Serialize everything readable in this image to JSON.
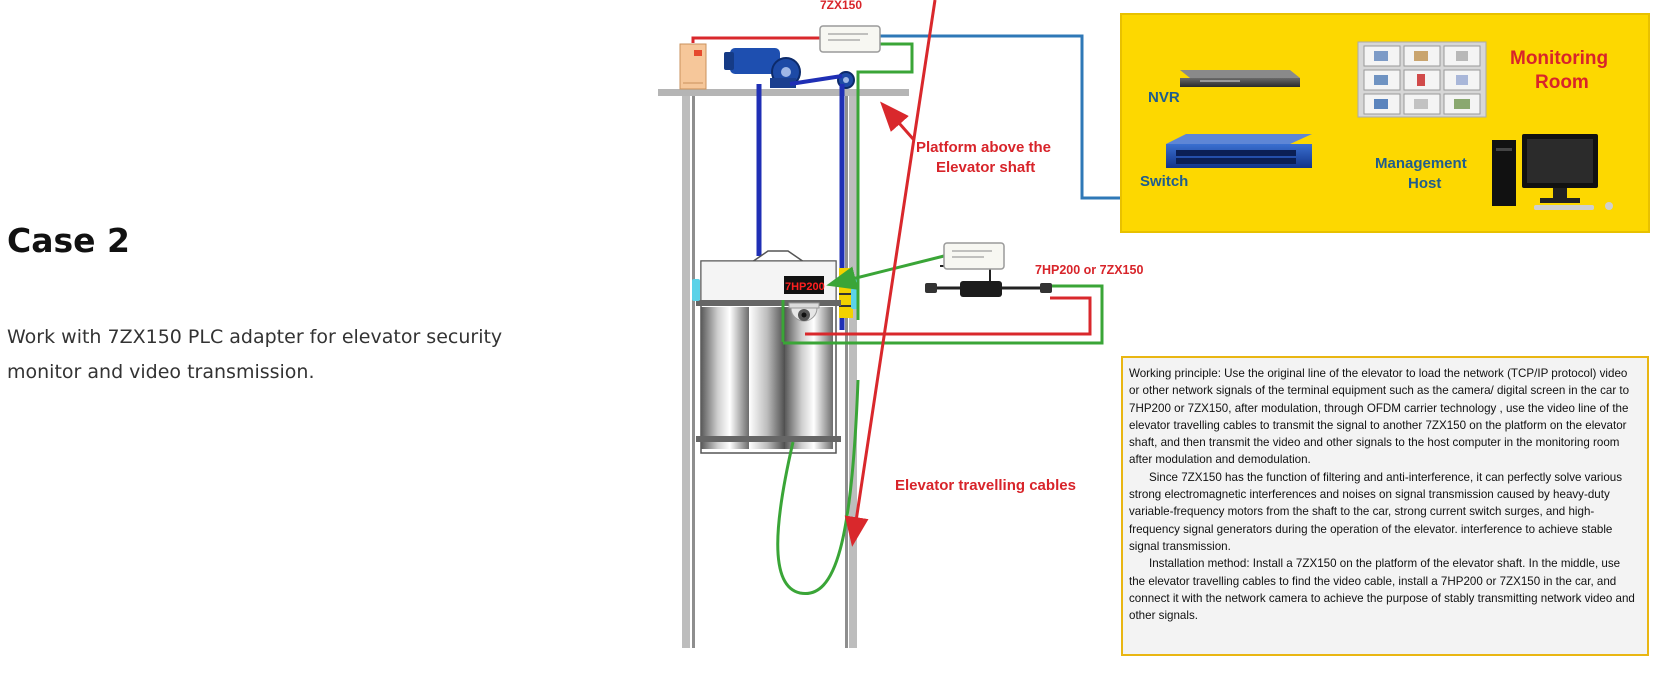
{
  "case": {
    "title": "Case 2",
    "description": "Work with 7ZX150 PLC adapter for elevator security monitor and video transmission."
  },
  "diagram": {
    "labels": {
      "top_adapter": "7ZX150",
      "platform": [
        "Platform above the",
        "Elevator shaft"
      ],
      "car_device": "7HP200 or 7ZX150",
      "car_screen": "7HP200",
      "travelling_cables": "Elevator travelling cables",
      "monitoring_room": [
        "Monitoring",
        "Room"
      ],
      "nvr": "NVR",
      "switch": "Switch",
      "management_host": [
        "Management",
        "Host"
      ]
    },
    "colors": {
      "network_blue": "#2f78b7",
      "power_red": "#d9282c",
      "signal_green": "#3aa537",
      "room_yellow": "#fdd800",
      "label_red": "#d8242a",
      "label_blue": "#1f5d8e"
    },
    "working_principle": {
      "paragraphs": [
        "Working principle: Use the original line of the elevator to load the network (TCP/IP protocol) video or other network signals of the terminal equipment such as the camera/ digital screen in the car to 7HP200 or 7ZX150, after modulation, through OFDM carrier technology , use the video line of the elevator travelling cables to transmit the signal to another 7ZX150 on the platform on the elevator shaft, and then transmit the video and other signals to the host computer in the monitoring room after modulation and demodulation.",
        "Since 7ZX150 has the function of filtering and anti-interference, it can perfectly solve various strong electromagnetic interferences and noises on signal transmission caused by heavy-duty variable-frequency motors from the shaft to the car, strong current switch surges, and high-frequency signal generators during the operation of the elevator. interference to achieve stable signal transmission.",
        "Installation method: Install a 7ZX150 on the platform of the elevator shaft. In the middle, use the elevator travelling cables to find the video cable, install a 7HP200 or 7ZX150 in the car, and connect it with the network camera to achieve the purpose of stably transmitting network video and other signals."
      ]
    }
  }
}
